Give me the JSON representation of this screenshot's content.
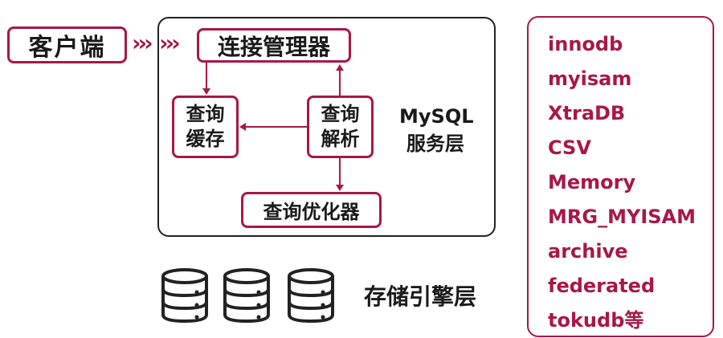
{
  "client": "客户端",
  "server": {
    "connection_manager": "连接管理器",
    "query_cache": [
      "查询",
      "缓存"
    ],
    "parser": [
      "查询",
      "解析"
    ],
    "optimizer": "查询优化器",
    "layer_label": [
      "MySQL",
      "服务层"
    ]
  },
  "storage": {
    "label": "存储引擎层",
    "icons": [
      "database-icon",
      "database-icon",
      "database-icon"
    ]
  },
  "engines": [
    "innodb",
    "myisam",
    "XtraDB",
    "CSV",
    "Memory",
    "MRG_MYISAM",
    "archive",
    "federated",
    "tokudb等"
  ],
  "colors": {
    "accent": "#a8174a",
    "text": "#1a1a1a"
  }
}
